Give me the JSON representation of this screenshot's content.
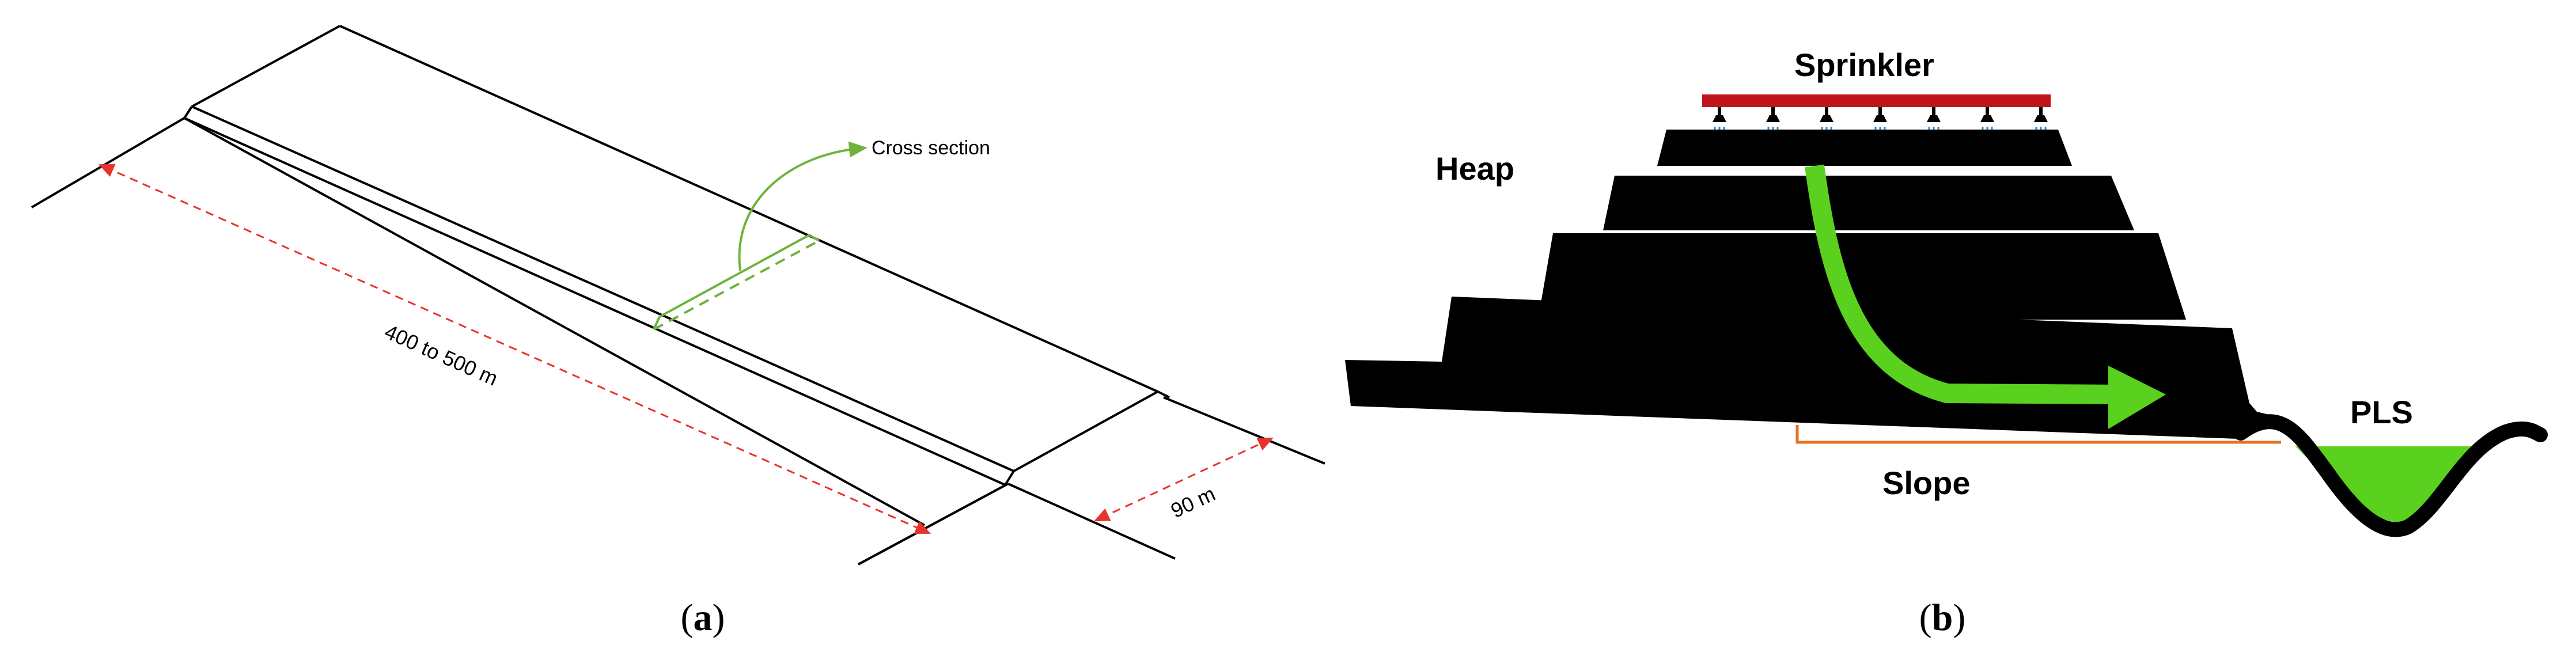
{
  "panel_a": {
    "cross_section_label": "Cross section",
    "length_label": "400 to 500 m",
    "width_label": "90 m",
    "caption_letter": "a"
  },
  "panel_b": {
    "sprinkler_label": "Sprinkler",
    "heap_label": "Heap",
    "pls_label": "PLS",
    "slope_label": "Slope",
    "caption_letter": "b"
  },
  "colors": {
    "line": "#000000",
    "dimension": "#e8332a",
    "highlight_green": "#6fb33e",
    "flow_green": "#5ad11e",
    "sprinkler_red": "#c0141c",
    "slope_orange": "#e8731f",
    "drip_blue": "#2a8fd6"
  }
}
